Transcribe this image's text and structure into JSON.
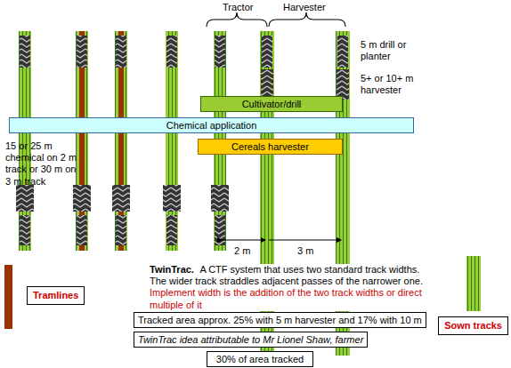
{
  "diagram": {
    "nodes": [
      {
        "text": [
          "Cultivator/drill"
        ]
      },
      {
        "text": [
          "Chemical application"
        ]
      },
      {
        "text": [
          "Cereals harvester"
        ]
      },
      {
        "text": [
          "Tracked area approx. 25% with 5 m harvester and 17% with 10 m"
        ]
      },
      {
        "text": [
          "TwinTrac idea attributable to Mr Lionel Shaw, farmer"
        ]
      },
      {
        "text": [
          "30% of area tracked"
        ]
      }
    ],
    "labels": [
      "Tractor",
      "Harvester",
      "5 m drill or planter",
      "5+ or 10+ m harvester",
      "15 or 25 m chemical on 2 m track or 30 m on 3 m track",
      "2 m",
      "3 m",
      "TwinTrac.",
      "A CTF system that uses two standard track widths. The wider track straddles adjacent passes of the narrower one.",
      "Implement width is the addition of the two track widths or direct multiple of it"
    ],
    "legend": [
      {
        "text": "Tramlines",
        "color": "#993300"
      },
      {
        "text": "Sown tracks",
        "color": "#9acd32"
      }
    ]
  }
}
